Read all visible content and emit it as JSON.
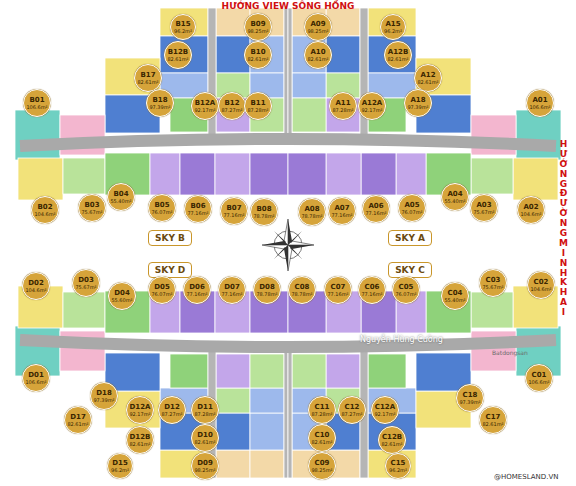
{
  "diagram": {
    "title": "HƯỚNG VIEW SÔNG HỒNG",
    "nodes": [
      {
        "text": [
          "B15",
          "96.2m²"
        ]
      },
      {
        "text": [
          "B09",
          "98.25m²"
        ]
      },
      {
        "text": [
          "A09",
          "98.25m²"
        ]
      },
      {
        "text": [
          "A15",
          "96.2m²"
        ]
      },
      {
        "text": [
          "B12B",
          "82.61m²"
        ]
      },
      {
        "text": [
          "B10",
          "82.61m²"
        ]
      },
      {
        "text": [
          "A10",
          "82.61m²"
        ]
      },
      {
        "text": [
          "A12B",
          "82.61m²"
        ]
      },
      {
        "text": [
          "B17",
          "82.61m²"
        ]
      },
      {
        "text": [
          "A12",
          "82.61m²"
        ]
      },
      {
        "text": [
          "B18",
          "97.39m²"
        ]
      },
      {
        "text": [
          "B12A",
          "92.17m²"
        ]
      },
      {
        "text": [
          "B12",
          "87.27m²"
        ]
      },
      {
        "text": [
          "B11",
          "87.28m²"
        ]
      },
      {
        "text": [
          "A11",
          "87.28m²"
        ]
      },
      {
        "text": [
          "A12A",
          "92.17m²"
        ]
      },
      {
        "text": [
          "A18",
          "97.39m²"
        ]
      },
      {
        "text": [
          "B01",
          "106.6m²"
        ]
      },
      {
        "text": [
          "A01",
          "106.6m²"
        ]
      },
      {
        "text": [
          "B02",
          "104.6m²"
        ]
      },
      {
        "text": [
          "B03",
          "75.67m²"
        ]
      },
      {
        "text": [
          "B04",
          "55.40m²"
        ]
      },
      {
        "text": [
          "B05",
          "76.07m²"
        ]
      },
      {
        "text": [
          "B06",
          "77.16m²"
        ]
      },
      {
        "text": [
          "B07",
          "77.16m²"
        ]
      },
      {
        "text": [
          "B08",
          "78.78m²"
        ]
      },
      {
        "text": [
          "A08",
          "78.78m²"
        ]
      },
      {
        "text": [
          "A07",
          "77.16m²"
        ]
      },
      {
        "text": [
          "A06",
          "77.16m²"
        ]
      },
      {
        "text": [
          "A05",
          "76.07m²"
        ]
      },
      {
        "text": [
          "A04",
          "55.40m²"
        ]
      },
      {
        "text": [
          "A03",
          "75.67m²"
        ]
      },
      {
        "text": [
          "A02",
          "104.6m²"
        ]
      },
      {
        "text": [
          "SKY B"
        ]
      },
      {
        "text": [
          "SKY A"
        ]
      },
      {
        "text": [
          "SKY D"
        ]
      },
      {
        "text": [
          "SKY C"
        ]
      },
      {
        "text": [
          "D02",
          "104.6m²"
        ]
      },
      {
        "text": [
          "D03",
          "75.67m²"
        ]
      },
      {
        "text": [
          "D04",
          "55.60m²"
        ]
      },
      {
        "text": [
          "D05",
          "76.07m²"
        ]
      },
      {
        "text": [
          "D06",
          "77.16m²"
        ]
      },
      {
        "text": [
          "D07",
          "77.16m²"
        ]
      },
      {
        "text": [
          "D08",
          "78.78m²"
        ]
      },
      {
        "text": [
          "C08",
          "78.78m²"
        ]
      },
      {
        "text": [
          "C07",
          "77.16m²"
        ]
      },
      {
        "text": [
          "C06",
          "77.16m²"
        ]
      },
      {
        "text": [
          "C05",
          "76.07m²"
        ]
      },
      {
        "text": [
          "C04",
          "55.40m²"
        ]
      },
      {
        "text": [
          "C03",
          "75.67m²"
        ]
      },
      {
        "text": [
          "C02",
          "104.6m²"
        ]
      },
      {
        "text": [
          "D01",
          "106.6m²"
        ]
      },
      {
        "text": [
          "C01",
          "106.6m²"
        ]
      },
      {
        "text": [
          "D18",
          "97.39m²"
        ]
      },
      {
        "text": [
          "C18",
          "97.39m²"
        ]
      },
      {
        "text": [
          "D12A",
          "92.17m²"
        ]
      },
      {
        "text": [
          "D12",
          "87.27m²"
        ]
      },
      {
        "text": [
          "D11",
          "87.28m²"
        ]
      },
      {
        "text": [
          "C11",
          "87.28m²"
        ]
      },
      {
        "text": [
          "C12",
          "87.27m²"
        ]
      },
      {
        "text": [
          "C12A",
          "92.17m²"
        ]
      },
      {
        "text": [
          "D17",
          "82.61m²"
        ]
      },
      {
        "text": [
          "C17",
          "82.61m²"
        ]
      },
      {
        "text": [
          "D12B",
          "82.61m²"
        ]
      },
      {
        "text": [
          "D10",
          "82.61m²"
        ]
      },
      {
        "text": [
          "C10",
          "82.61m²"
        ]
      },
      {
        "text": [
          "C12B",
          "82.61m²"
        ]
      },
      {
        "text": [
          "D15",
          "96.2m²"
        ]
      },
      {
        "text": [
          "D09",
          "98.25m²"
        ]
      },
      {
        "text": [
          "C09",
          "98.25m²"
        ]
      },
      {
        "text": [
          "C15",
          "96.2m²"
        ]
      }
    ],
    "labels": [
      "HƯỚNG ĐƯỜNG MINH KHAI",
      "Nguyễn Hùng Cường",
      "Batdongsan",
      "@HOMESLAND.VN"
    ]
  }
}
